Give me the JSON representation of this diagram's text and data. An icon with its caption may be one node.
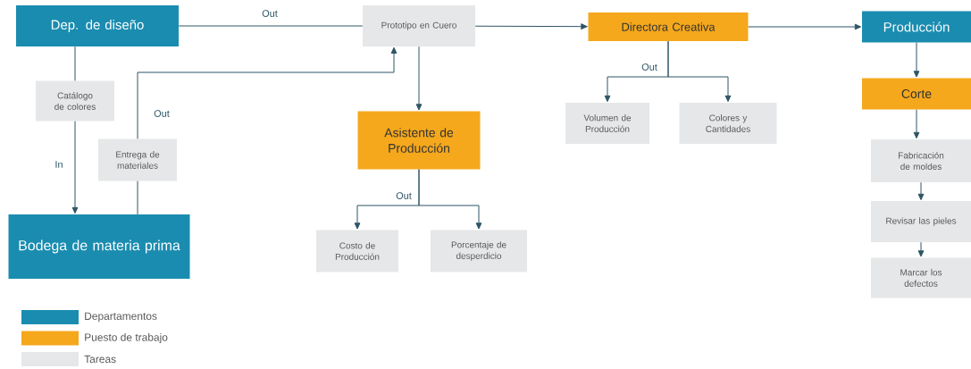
{
  "diagram": {
    "nodes": [
      {
        "text": [
          "Dep. de diseño"
        ]
      },
      {
        "text": [
          "Prototipo en Cuero"
        ]
      },
      {
        "text": [
          "Directora Creativa"
        ]
      },
      {
        "text": [
          "Producción"
        ]
      },
      {
        "text": [
          "Catálogo de colores"
        ]
      },
      {
        "text": [
          "Entrega de materiales"
        ]
      },
      {
        "text": [
          "Asistente de Producción"
        ]
      },
      {
        "text": [
          "Volumen de Producción"
        ]
      },
      {
        "text": [
          "Colores y Cantidades"
        ]
      },
      {
        "text": [
          "Corte"
        ]
      },
      {
        "text": [
          "Bodega de materia prima"
        ]
      },
      {
        "text": [
          "Costo de Producción"
        ]
      },
      {
        "text": [
          "Porcentaje de desperdicio"
        ]
      },
      {
        "text": [
          "Fabricación de moldes"
        ]
      },
      {
        "text": [
          "Revisar las pieles"
        ]
      },
      {
        "text": [
          "Marcar los defectos"
        ]
      }
    ],
    "edges": [
      {
        "from": 0,
        "to": 1,
        "arrow": "none",
        "label": "Out"
      },
      {
        "from": 1,
        "to": 2,
        "arrow": "to"
      },
      {
        "from": 0,
        "to": 4,
        "arrow": "none"
      },
      {
        "from": 4,
        "to": 10,
        "arrow": "to",
        "label": "In"
      },
      {
        "from": 10,
        "to": 5,
        "arrow": "none"
      },
      {
        "from": 5,
        "to": 1,
        "arrow": "to",
        "label": "Out"
      },
      {
        "from": 1,
        "to": 6,
        "arrow": "to"
      },
      {
        "from": 6,
        "to": 11,
        "arrow": "to",
        "label": "Out"
      },
      {
        "from": 6,
        "to": 12,
        "arrow": "to"
      },
      {
        "from": 2,
        "to": 7,
        "arrow": "to",
        "label": "Out"
      },
      {
        "from": 2,
        "to": 8,
        "arrow": "to"
      },
      {
        "from": 2,
        "to": 3,
        "arrow": "to"
      },
      {
        "from": 3,
        "to": 9,
        "arrow": "to"
      },
      {
        "from": 9,
        "to": 13,
        "arrow": "to"
      },
      {
        "from": 13,
        "to": 14,
        "arrow": "to"
      },
      {
        "from": 14,
        "to": 15,
        "arrow": "to"
      }
    ],
    "legend": [
      {
        "text": "Departamentos",
        "color": "#1a8cb0"
      },
      {
        "text": "Puesto de trabajo",
        "color": "#f5a81c"
      },
      {
        "text": "Tareas",
        "color": "#e6e7e8"
      }
    ]
  }
}
